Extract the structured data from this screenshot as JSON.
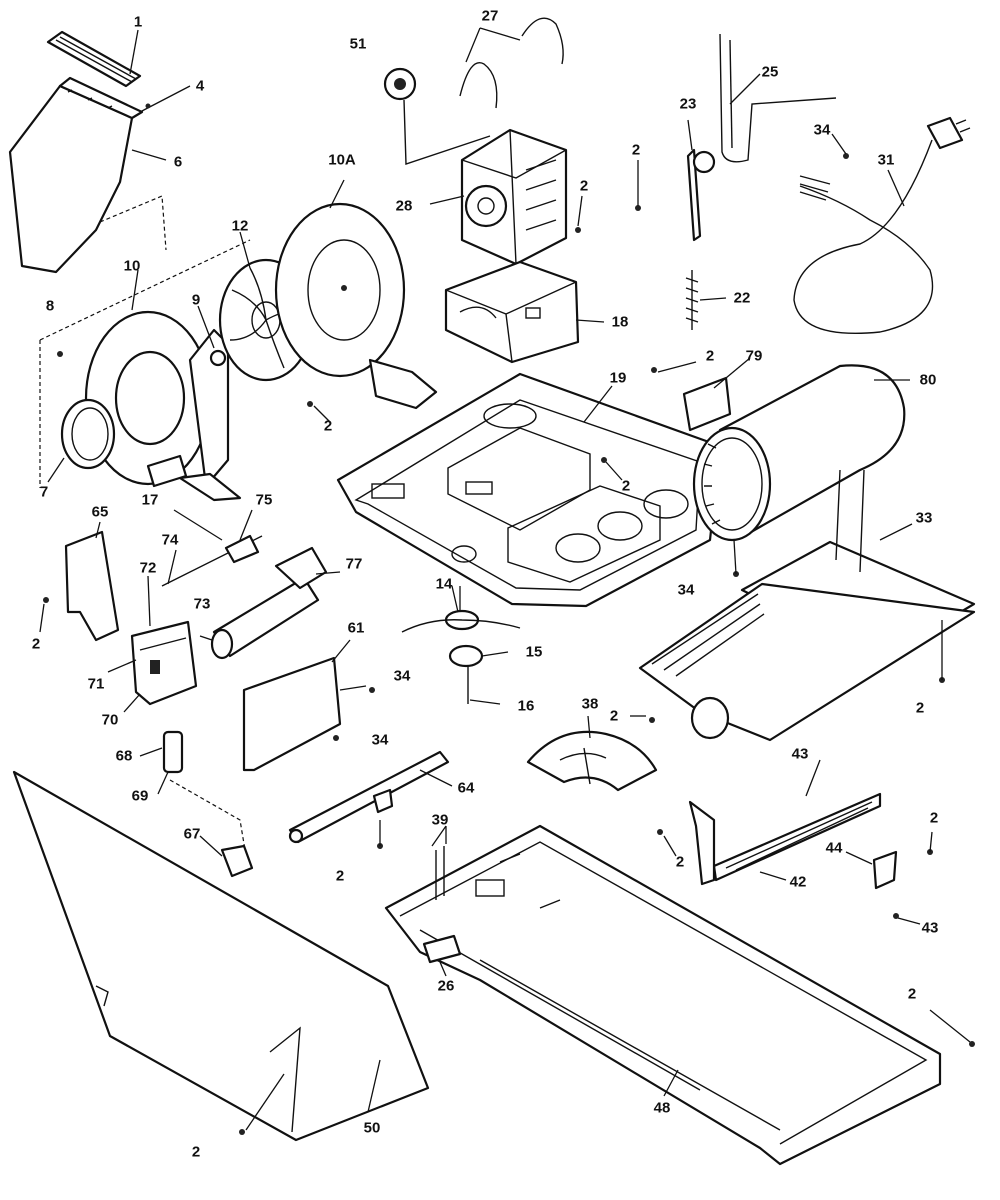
{
  "callouts": [
    {
      "id": "c-1",
      "text": "1"
    },
    {
      "id": "c-4",
      "text": "4"
    },
    {
      "id": "c-6",
      "text": "6"
    },
    {
      "id": "c-27",
      "text": "27"
    },
    {
      "id": "c-51",
      "text": "51"
    },
    {
      "id": "c-10a",
      "text": "10A"
    },
    {
      "id": "c-28",
      "text": "28"
    },
    {
      "id": "c-23",
      "text": "23"
    },
    {
      "id": "c-25",
      "text": "25"
    },
    {
      "id": "c-34a",
      "text": "34"
    },
    {
      "id": "c-31",
      "text": "31"
    },
    {
      "id": "c-2a",
      "text": "2"
    },
    {
      "id": "c-2b",
      "text": "2"
    },
    {
      "id": "c-12",
      "text": "12"
    },
    {
      "id": "c-10",
      "text": "10"
    },
    {
      "id": "c-8",
      "text": "8"
    },
    {
      "id": "c-9",
      "text": "9"
    },
    {
      "id": "c-18",
      "text": "18"
    },
    {
      "id": "c-22",
      "text": "22"
    },
    {
      "id": "c-2c",
      "text": "2"
    },
    {
      "id": "c-79",
      "text": "79"
    },
    {
      "id": "c-80",
      "text": "80"
    },
    {
      "id": "c-19",
      "text": "19"
    },
    {
      "id": "c-2d",
      "text": "2"
    },
    {
      "id": "c-7",
      "text": "7"
    },
    {
      "id": "c-2e",
      "text": "2"
    },
    {
      "id": "c-17",
      "text": "17"
    },
    {
      "id": "c-75",
      "text": "75"
    },
    {
      "id": "c-65",
      "text": "65"
    },
    {
      "id": "c-74",
      "text": "74"
    },
    {
      "id": "c-33",
      "text": "33"
    },
    {
      "id": "c-72",
      "text": "72"
    },
    {
      "id": "c-77",
      "text": "77"
    },
    {
      "id": "c-34b",
      "text": "34"
    },
    {
      "id": "c-73",
      "text": "73"
    },
    {
      "id": "c-14",
      "text": "14"
    },
    {
      "id": "c-2f",
      "text": "2"
    },
    {
      "id": "c-61",
      "text": "61"
    },
    {
      "id": "c-15",
      "text": "15"
    },
    {
      "id": "c-71",
      "text": "71"
    },
    {
      "id": "c-34c",
      "text": "34"
    },
    {
      "id": "c-16",
      "text": "16"
    },
    {
      "id": "c-70",
      "text": "70"
    },
    {
      "id": "c-38",
      "text": "38"
    },
    {
      "id": "c-2g",
      "text": "2"
    },
    {
      "id": "c-2h",
      "text": "2"
    },
    {
      "id": "c-34d",
      "text": "34"
    },
    {
      "id": "c-68",
      "text": "68"
    },
    {
      "id": "c-69",
      "text": "69"
    },
    {
      "id": "c-43a",
      "text": "43"
    },
    {
      "id": "c-64",
      "text": "64"
    },
    {
      "id": "c-67",
      "text": "67"
    },
    {
      "id": "c-39",
      "text": "39"
    },
    {
      "id": "c-2i",
      "text": "2"
    },
    {
      "id": "c-2j",
      "text": "2"
    },
    {
      "id": "c-2k",
      "text": "2"
    },
    {
      "id": "c-44",
      "text": "44"
    },
    {
      "id": "c-42",
      "text": "42"
    },
    {
      "id": "c-43b",
      "text": "43"
    },
    {
      "id": "c-26",
      "text": "26"
    },
    {
      "id": "c-2l",
      "text": "2"
    },
    {
      "id": "c-48",
      "text": "48"
    },
    {
      "id": "c-50",
      "text": "50"
    },
    {
      "id": "c-2m",
      "text": "2"
    }
  ]
}
